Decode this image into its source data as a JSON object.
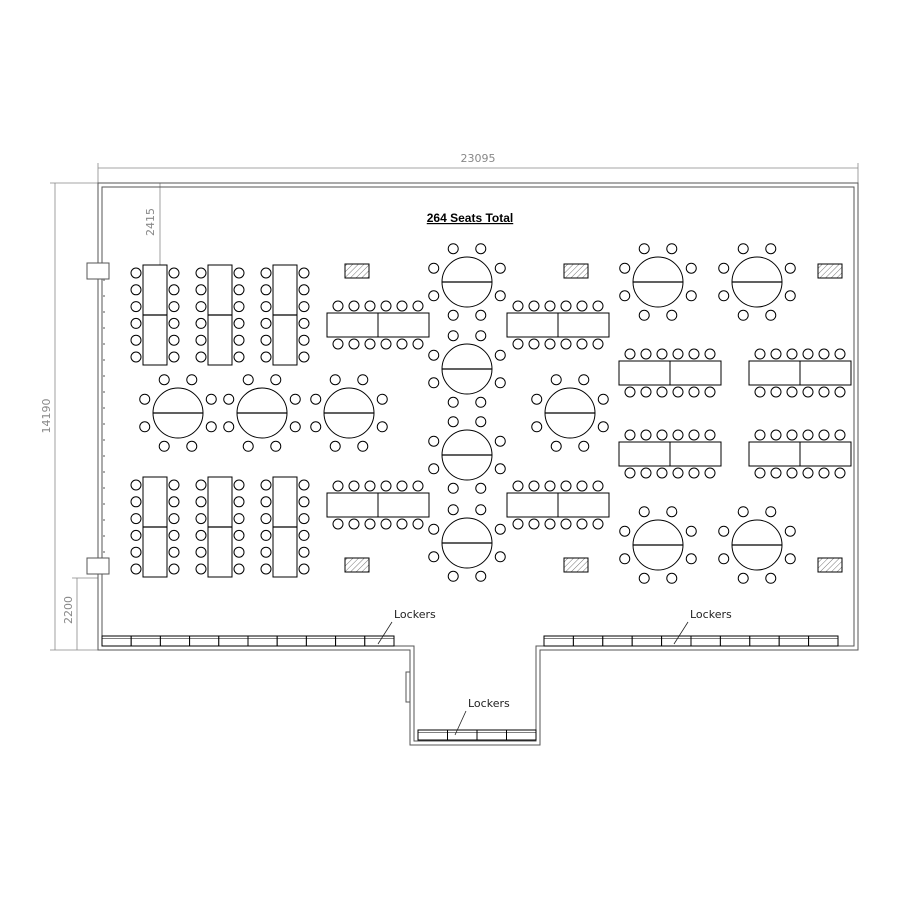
{
  "title": "264 Seats Total",
  "dimensions": {
    "width": "23095",
    "height": "14190",
    "top_offset": "2415",
    "bottom_offset": "2200"
  },
  "locker_label": "Lockers",
  "colors": {
    "line": "#000000",
    "dimension": "#888888",
    "wall": "#555555"
  }
}
